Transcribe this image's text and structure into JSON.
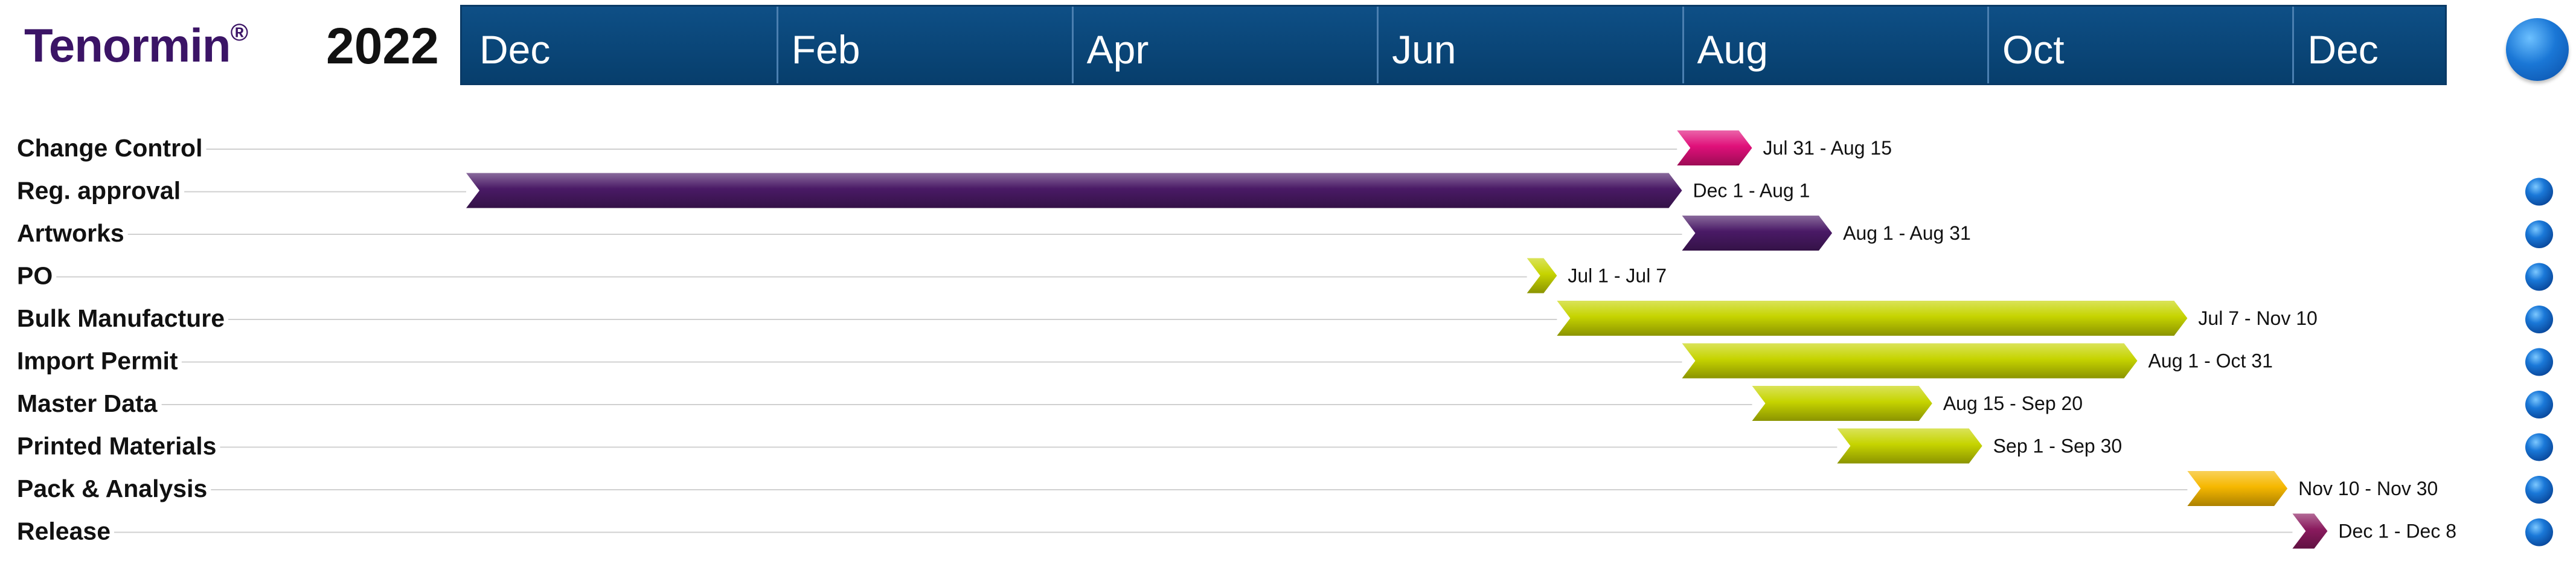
{
  "header": {
    "logo_text": "Tenormin",
    "logo_mark": "®",
    "year": "2022",
    "months": [
      "Dec",
      "Feb",
      "Apr",
      "Jun",
      "Aug",
      "Oct",
      "Dec"
    ],
    "timescale_color": "#0b4677",
    "marker_icon": "blue-sphere-icon"
  },
  "chart_data": {
    "type": "gantt",
    "title": "",
    "xlim": [
      "2021-12-01",
      "2022-12-31"
    ],
    "tasks": [
      {
        "name": "Change Control",
        "start": "2022-07-31",
        "end": "2022-08-15",
        "label": "Jul 31 - Aug 15",
        "color": "#e0107a"
      },
      {
        "name": "Reg. approval",
        "start": "2021-12-01",
        "end": "2022-08-01",
        "label": "Dec 1 - Aug 1",
        "color": "#4a1a66"
      },
      {
        "name": "Artworks",
        "start": "2022-08-01",
        "end": "2022-08-31",
        "label": "Aug 1 - Aug 31",
        "color": "#4a1a66"
      },
      {
        "name": "PO",
        "start": "2022-07-01",
        "end": "2022-07-07",
        "label": "Jul 1 - Jul 7",
        "color": "#c6d400"
      },
      {
        "name": "Bulk Manufacture",
        "start": "2022-07-07",
        "end": "2022-11-10",
        "label": "Jul 7 - Nov 10",
        "color": "#c6d400"
      },
      {
        "name": "Import Permit",
        "start": "2022-08-01",
        "end": "2022-10-31",
        "label": "Aug 1 - Oct 31",
        "color": "#c6d400"
      },
      {
        "name": "Master Data",
        "start": "2022-08-15",
        "end": "2022-09-20",
        "label": "Aug 15 - Sep 20",
        "color": "#c6d400"
      },
      {
        "name": "Printed Materials",
        "start": "2022-09-01",
        "end": "2022-09-30",
        "label": "Sep 1 - Sep 30",
        "color": "#c6d400"
      },
      {
        "name": "Pack & Analysis",
        "start": "2022-11-10",
        "end": "2022-11-30",
        "label": "Nov 10 - Nov 30",
        "color": "#f6b800"
      },
      {
        "name": "Release",
        "start": "2022-12-01",
        "end": "2022-12-08",
        "label": "Dec 1 - Dec 8",
        "color": "#8a1a5e"
      }
    ]
  }
}
